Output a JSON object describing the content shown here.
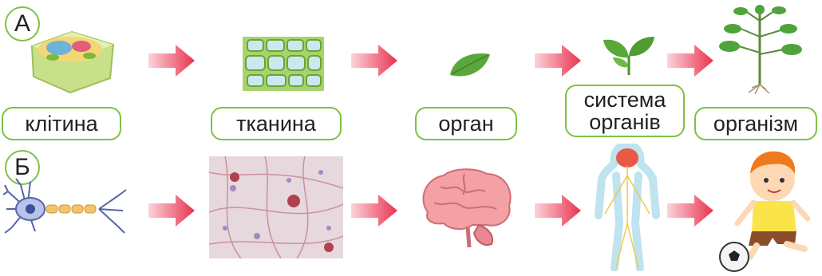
{
  "row_a": {
    "label": "А",
    "steps": [
      "клітина",
      "тканина",
      "орган",
      "система органів",
      "організм"
    ],
    "images": [
      "plant-cell",
      "plant-tissue",
      "leaf",
      "leaf-sprout",
      "plant-seedling"
    ]
  },
  "row_b": {
    "label": "Б",
    "images": [
      "neuron",
      "nerve-tissue",
      "brain",
      "nervous-system",
      "boy-with-ball"
    ]
  },
  "colors": {
    "accent_green": "#7dc242",
    "arrow_red": "#e9334f",
    "leaf_green": "#5aa83a"
  }
}
